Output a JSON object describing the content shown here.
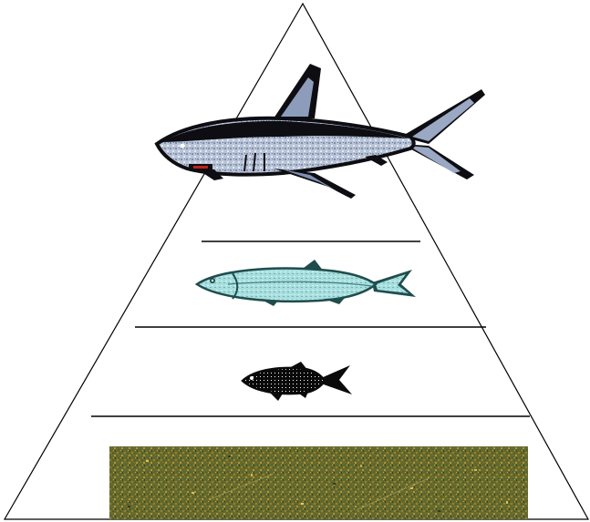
{
  "diagram": {
    "type": "food-pyramid",
    "tiers": [
      {
        "level": 1,
        "organism": "shark-icon"
      },
      {
        "level": 2,
        "organism": "herring-icon"
      },
      {
        "level": 3,
        "organism": "small-fish-icon"
      },
      {
        "level": 4,
        "organism": "plankton-texture"
      }
    ]
  },
  "colors": {
    "outline": "#000000",
    "background": "#ffffff",
    "shark_body": "#b8c3d6",
    "shark_dark": "#0d0d12",
    "shark_mouth": "#c0201a",
    "herring_body": "#a8dede",
    "herring_dark": "#1f4d4d",
    "small_fish": "#0a0a0a",
    "plankton_base": "#6b6a2e"
  }
}
